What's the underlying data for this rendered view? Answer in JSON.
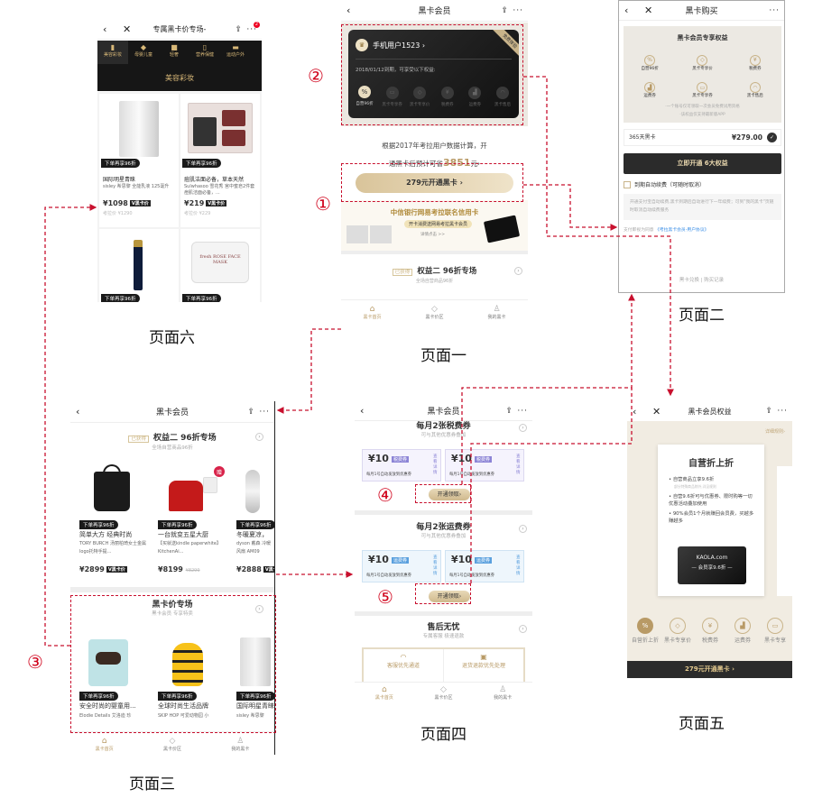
{
  "colors": {
    "accent_red": "#c8102e",
    "gold": "#b89a66",
    "dark": "#1f1f1f"
  },
  "captions": {
    "page1": "页面一",
    "page2": "页面二",
    "page3": "页面三",
    "page4": "页面四",
    "page5": "页面五",
    "page6": "页面六"
  },
  "markers": {
    "m1": "①",
    "m2": "②",
    "m3": "③",
    "m4": "④",
    "m5": "⑤"
  },
  "common": {
    "back": "‹",
    "close": "✕",
    "share": "⇪",
    "more": "···",
    "member_title": "黑卡会员",
    "tab_home": "黑卡首页",
    "tab_price": "黑卡价区",
    "tab_mine": "我的黑卡",
    "extra_tag": "下单再享96折",
    "vcard": "V黑卡价"
  },
  "page6": {
    "title": "专属黑卡价专场-",
    "badge": "2",
    "categories": [
      "美容彩妆",
      "母婴儿童",
      "轻奢",
      "营养保健",
      "运动户外"
    ],
    "banner": "美容彩妆",
    "products": [
      {
        "name": "国际明星青睐",
        "desc": "sisley 希思黎 全能乳液 125毫升",
        "price": "¥1098",
        "orig": "考拉价 ¥1290"
      },
      {
        "name": "痘肌洁面必备，草本天然",
        "desc": "Sulwhasoo 雪花秀 宫中蜜皂2件套 痘肌洁面必备，...",
        "price": "¥219",
        "orig": "考拉价 ¥229"
      }
    ],
    "fresh_label": "fresh ROSE FACE MASK"
  },
  "page1": {
    "user": "手机用户1523 ›",
    "corner": "免费体验",
    "expiry": "2018/01/12到期，可享受以下权益:",
    "benefits": [
      "自营96折",
      "黑卡专享券",
      "黑卡专享价",
      "税费券",
      "运费券",
      "黑卡售后"
    ],
    "save_line1": "根据2017年考拉用户数据计算，开",
    "save_line2_pre": "通黑卡后预计可省",
    "save_amount": "3851",
    "save_line2_post": "元›",
    "cta": "279元开通黑卡 ›",
    "banner_title": "中信银行网易考拉联名信用卡",
    "banner_sub": "开卡消费送网易考拉黑卡会员",
    "banner_link": "详情点击 >>",
    "section_badge": "已获得",
    "section_title": "权益二 96折专场",
    "section_sub": "全场自营商品96折"
  },
  "page2": {
    "title": "黑卡购买",
    "panel_title": "黑卡会员专享权益",
    "benefits": [
      "自营96折",
      "黑卡专享价",
      "税费券",
      "运费券",
      "黑卡专享券",
      "黑卡售后"
    ],
    "note1": "·一个账号仅可领取一次会员免费试用资格",
    "note2": "·该权益仅支持最新版APP",
    "plan": "365天黑卡",
    "plan_price": "¥279.00",
    "buy": "立即开通  6大权益",
    "auto_renew": "到期自动续费（可随时取消）",
    "renew_note": "开通支付宝自动续费,黑卡到期后自动进行下一年续费；可到\"我的黑卡\"页随时取消自动续费服务",
    "agree": "支付即视为同意",
    "agreement": "《考拉黑卡会员-用户协议》",
    "footer": "黑卡兑换 | 购买记录"
  },
  "page3": {
    "section_badge": "已获得",
    "section_title": "权益二 96折专场",
    "section_sub": "全场自营商品96折",
    "gift": "赠",
    "row1": [
      {
        "name": "简单大方 经典时尚",
        "desc": "TORY BURCH 汤丽柏琦女士金属logo托特手提...",
        "price": "¥2899",
        "orig": ""
      },
      {
        "name": "一台就变五星大厨",
        "desc": "【买就送kindle paperwhite】KitchenAi...",
        "price": "¥8199",
        "orig": "¥8299"
      },
      {
        "name": "冬暖夏凉，",
        "desc": "dyson 戴森 冷暖风扇 AM09",
        "price": "¥2888",
        "orig": ""
      }
    ],
    "section2_title": "黑卡价专场",
    "section2_sub": "黑卡会员 专享特卖",
    "row2": [
      {
        "name": "安全时尚的婴童用...",
        "desc": "Elodie Details 艾洛迪 珍"
      },
      {
        "name": "全球时尚生活品牌",
        "desc": "SKIP HOP 可爱动物园 小"
      },
      {
        "name": "国际明星青睐",
        "desc": "sisley 希思黎"
      }
    ]
  },
  "page4": {
    "tax_title": "每月2张税费券",
    "tax_sub": "可与其他优惠券叠加",
    "ship_title": "每月2张运费券",
    "ship_sub": "可与其他优惠券叠加",
    "amount": "¥10",
    "tax_label": "税费券",
    "ship_label": "运费券",
    "coupon_desc": "每月1号自动发放到优惠券",
    "detail": "查看详情",
    "claim": "开通领取›",
    "after_title": "售后无忧",
    "after_sub": "专属客服 极速退款",
    "after_left": "客服优先通道",
    "after_right": "退货退款优先处理"
  },
  "page5": {
    "title": "黑卡会员权益",
    "rules": "详细规则›",
    "card_title": "自营折上折",
    "b1": "自营商品立享9.6折",
    "b1_note": "部分特殊商品除外,详见规则",
    "b2": "自营9.6折可与优惠券、限时购等一切优惠活动叠加使用",
    "b3": "90%会员1个月就赚回会员费，买越多赚越多",
    "card_brand": "KAOLA.com",
    "card_line": "— 会员享9.6折 —",
    "icons": [
      "自营折上折",
      "黑卡专享价",
      "税费券",
      "运费券",
      "黑卡专享"
    ],
    "cta": "279元开通黑卡 ›"
  }
}
